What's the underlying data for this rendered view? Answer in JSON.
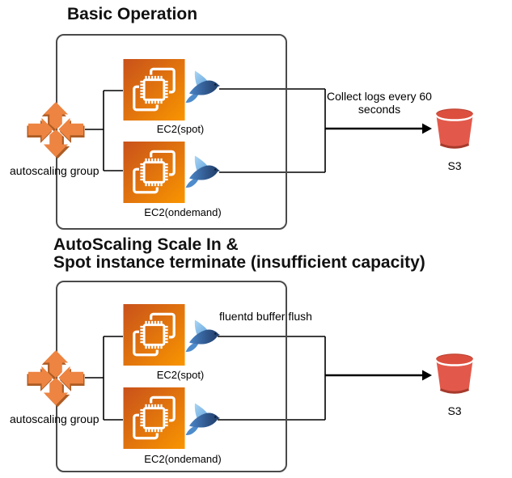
{
  "app": {
    "type": "architecture-diagram",
    "background": "#ffffff"
  },
  "colors": {
    "title_text": "#111111",
    "label_text": "#000000",
    "box_border": "#4a4a4a",
    "connector": "#000000",
    "ec2_gradient_start": "#c8511b",
    "ec2_gradient_end": "#f99500",
    "autoscaling_orange": "#ed8441",
    "autoscaling_shadow": "#ac5c24",
    "s3_body_red": "#e2594b",
    "s3_lid_red": "#dc4f3e",
    "s3_rim_dark": "#a63a2c",
    "bird_wing_light": "#abd6f4",
    "bird_body_blue": "#4a84c6",
    "bird_navy": "#1d3863"
  },
  "icons": {
    "autoscaling": "autoscaling-arrows-icon",
    "ec2": "ec2-instance-icon",
    "bird": "fluentd-bird-icon",
    "s3": "s3-bucket-icon"
  },
  "diagram_basic": {
    "title": "Basic Operation",
    "autoscaling_label": "autoscaling group",
    "ec2_spot_label": "EC2(spot)",
    "ec2_ondemand_label": "EC2(ondemand)",
    "annotation_line1": "Collect logs every 60",
    "annotation_line2": "seconds",
    "s3_label": "S3"
  },
  "diagram_scale_in": {
    "title_line1": "AutoScaling Scale In &",
    "title_line2": "Spot instance terminate (insufficient capacity)",
    "autoscaling_label": "autoscaling group",
    "ec2_spot_label": "EC2(spot)",
    "ec2_ondemand_label": "EC2(ondemand)",
    "annotation": "fluentd buffer flush",
    "s3_label": "S3"
  }
}
